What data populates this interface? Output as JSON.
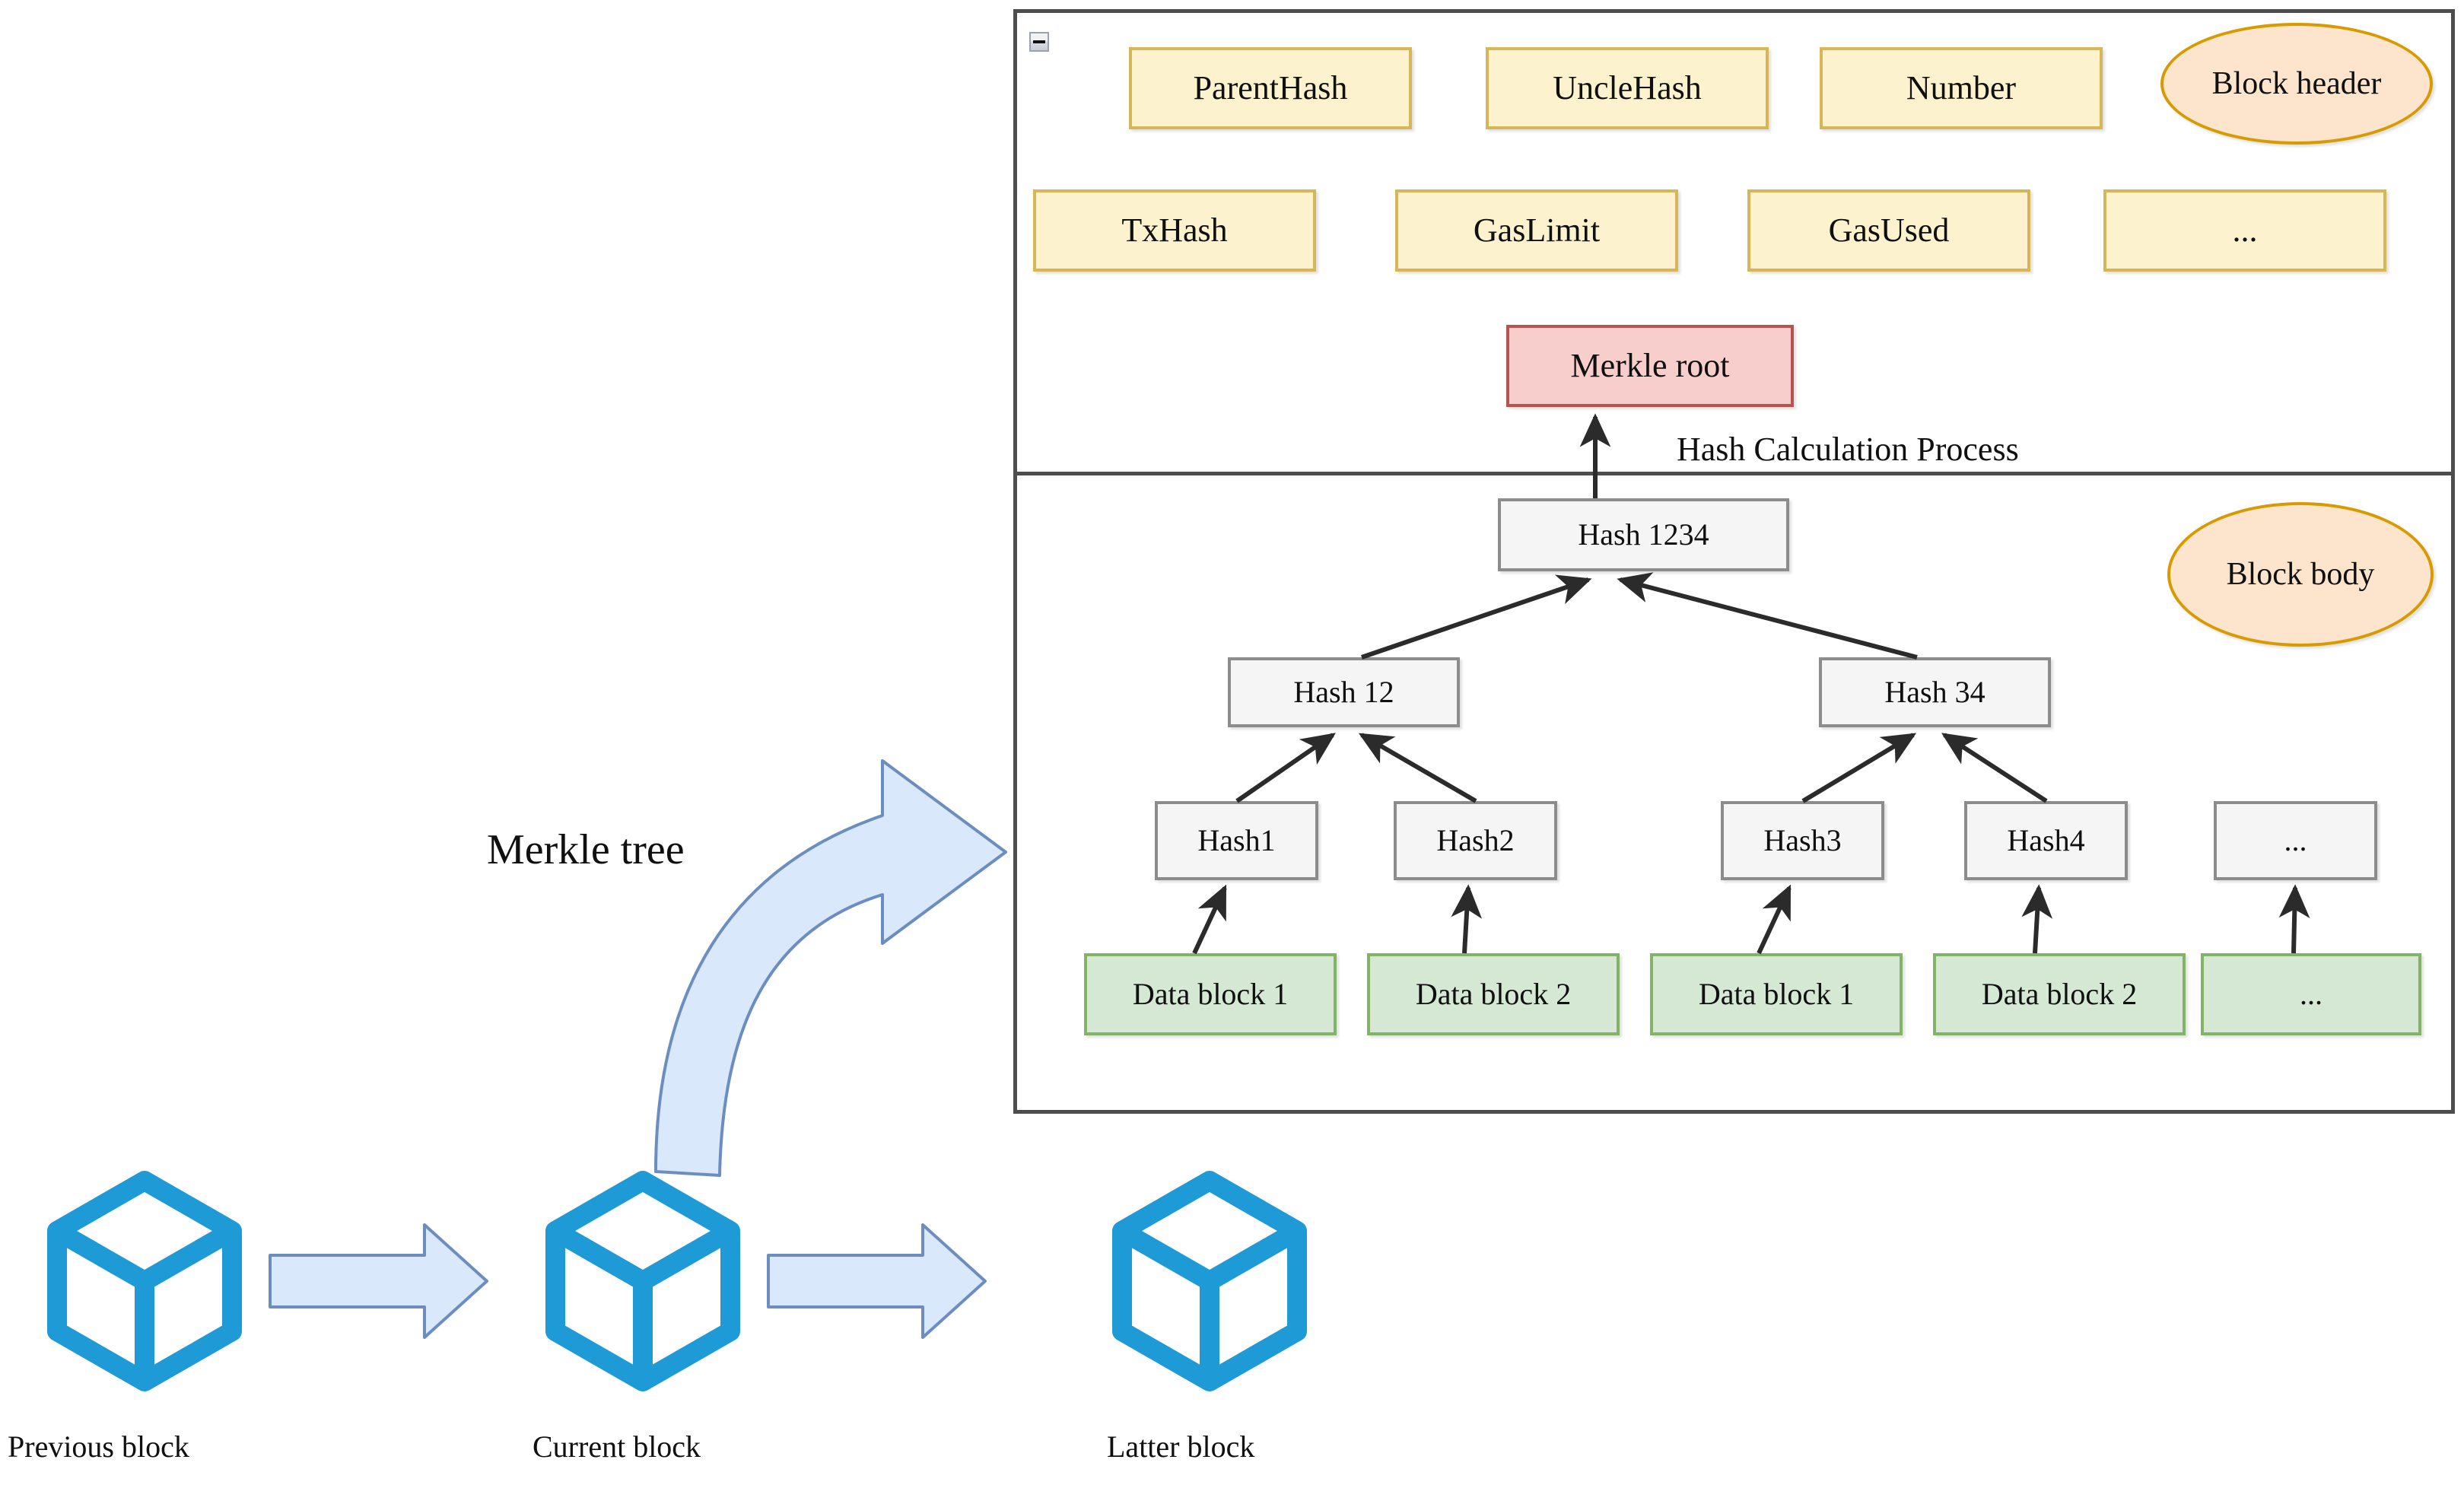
{
  "diagram": {
    "title_context": "Blockchain block structure with Merkle tree",
    "colors": {
      "yellow_fill": "#FDF2CE",
      "yellow_stroke": "#D6B656",
      "red_fill": "#F8CECC",
      "red_stroke": "#B85450",
      "gray_fill": "#F5F5F5",
      "gray_stroke": "#8C8C8C",
      "green_fill": "#D5E8D4",
      "green_stroke": "#82B366",
      "ellipse_fill": "#FCE4CD",
      "ellipse_stroke": "#D79B00",
      "panel_stroke": "#4D4D4D",
      "cube_blue": "#1E9AD6",
      "arrow_fill": "#DAE8FC",
      "arrow_stroke": "#6C8EBF",
      "connector": "#2B2B2B"
    }
  },
  "block_panel": {
    "collapse_icon": "minus-icon",
    "header_section": {
      "badge_label": "Block header",
      "fields_row1": [
        {
          "label": "ParentHash"
        },
        {
          "label": "UncleHash"
        },
        {
          "label": "Number"
        }
      ],
      "fields_row2": [
        {
          "label": "TxHash"
        },
        {
          "label": "GasLimit"
        },
        {
          "label": "GasUsed"
        },
        {
          "label": "..."
        }
      ],
      "merkle_root_label": "Merkle root",
      "hash_process_label": "Hash Calculation Process"
    },
    "body_section": {
      "badge_label": "Block body",
      "merkle_tree": {
        "root": {
          "label": "Hash 1234"
        },
        "level2": [
          {
            "label": "Hash 12"
          },
          {
            "label": "Hash 34"
          }
        ],
        "leaves": [
          {
            "label": "Hash1"
          },
          {
            "label": "Hash2"
          },
          {
            "label": "Hash3"
          },
          {
            "label": "Hash4"
          },
          {
            "label": "..."
          }
        ],
        "data_blocks": [
          {
            "label": "Data block 1"
          },
          {
            "label": "Data block 2"
          },
          {
            "label": "Data block 1"
          },
          {
            "label": "Data block 2"
          },
          {
            "label": "..."
          }
        ]
      }
    }
  },
  "annotations": {
    "merkle_tree_callout": "Merkle tree"
  },
  "blockchain": {
    "nodes": [
      {
        "label": "Previous block",
        "icon": "cube-icon"
      },
      {
        "label": "Current block",
        "icon": "cube-icon"
      },
      {
        "label": "Latter block",
        "icon": "cube-icon"
      }
    ],
    "arrow_icon": "right-arrow-icon"
  }
}
